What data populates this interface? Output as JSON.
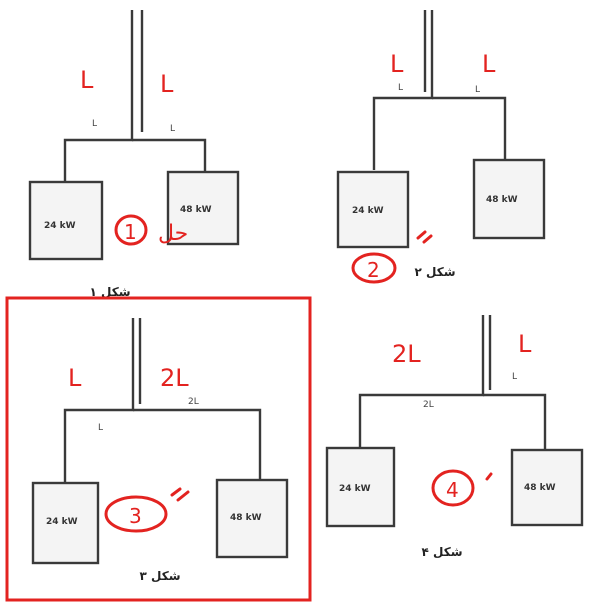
{
  "colors": {
    "ink": "#3a3a3a",
    "annotation": "#e32320",
    "background": "#ffffff"
  },
  "figures": [
    {
      "caption": "شکل ۱",
      "left_load": "24 kW",
      "right_load": "48 kW",
      "left_seg": "L",
      "right_seg": "L",
      "note_left": "L",
      "note_right": "L",
      "circled_number": "1",
      "extra_note": "حل"
    },
    {
      "caption": "شکل ۲",
      "left_load": "24 kW",
      "right_load": "48 kW",
      "left_seg": "L",
      "right_seg": "L",
      "note_left": "L",
      "note_right": "L",
      "circled_number": "2"
    },
    {
      "caption": "شکل ۳",
      "left_load": "24 kW",
      "right_load": "48 kW",
      "left_seg": "L",
      "right_seg": "2L",
      "note_left": "L",
      "note_right": "2L",
      "circled_number": "3",
      "highlighted": true
    },
    {
      "caption": "شکل ۴",
      "left_load": "24 kW",
      "right_load": "48 kW",
      "left_seg": "2L",
      "right_seg": "L",
      "note_left": "2L",
      "note_right": "L",
      "circled_number": "4"
    }
  ]
}
